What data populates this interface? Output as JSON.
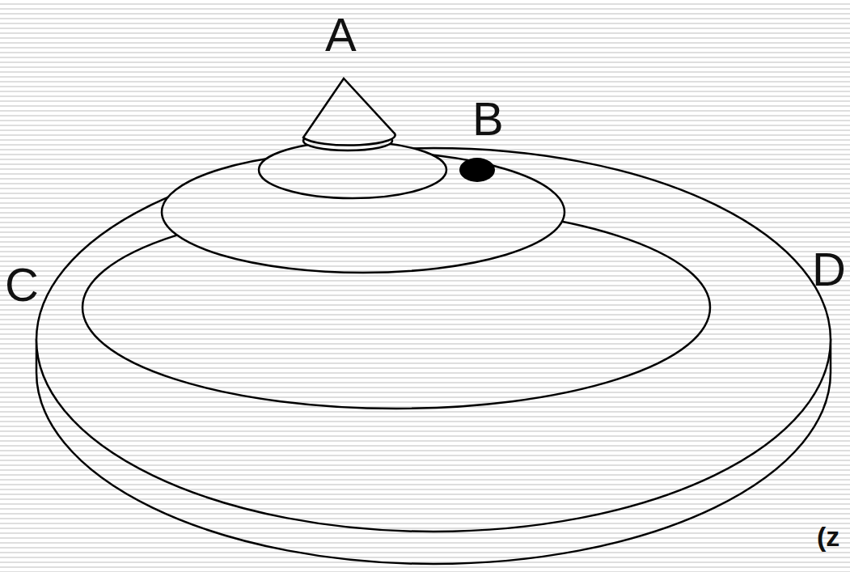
{
  "diagram": {
    "labels": [
      "A",
      "B",
      "C",
      "D",
      "(z"
    ]
  }
}
